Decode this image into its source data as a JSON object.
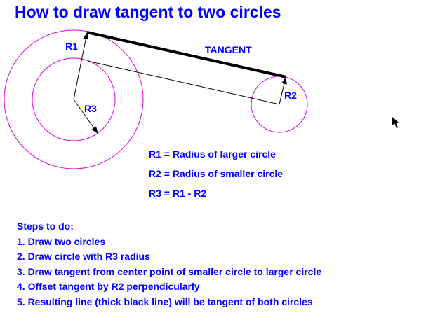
{
  "title": "How to draw tangent to two circles",
  "diagram": {
    "labels": {
      "r1": "R1",
      "r2": "R2",
      "r3": "R3",
      "tangent": "TANGENT"
    },
    "colors": {
      "circle": "#e000e0",
      "line": "#000000",
      "text": "#0000ff"
    }
  },
  "definitions": [
    "R1 = Radius of larger circle",
    "R2 = Radius of smaller circle",
    "R3 = R1 - R2"
  ],
  "steps": {
    "heading": "Steps to do:",
    "items": [
      "1. Draw two circles",
      "2. Draw circle with R3 radius",
      "3. Draw tangent from center point of smaller circle to larger circle",
      "4. Offset tangent by R2 perpendicularly",
      "5. Resulting line (thick black line) will be tangent of both circles"
    ]
  }
}
